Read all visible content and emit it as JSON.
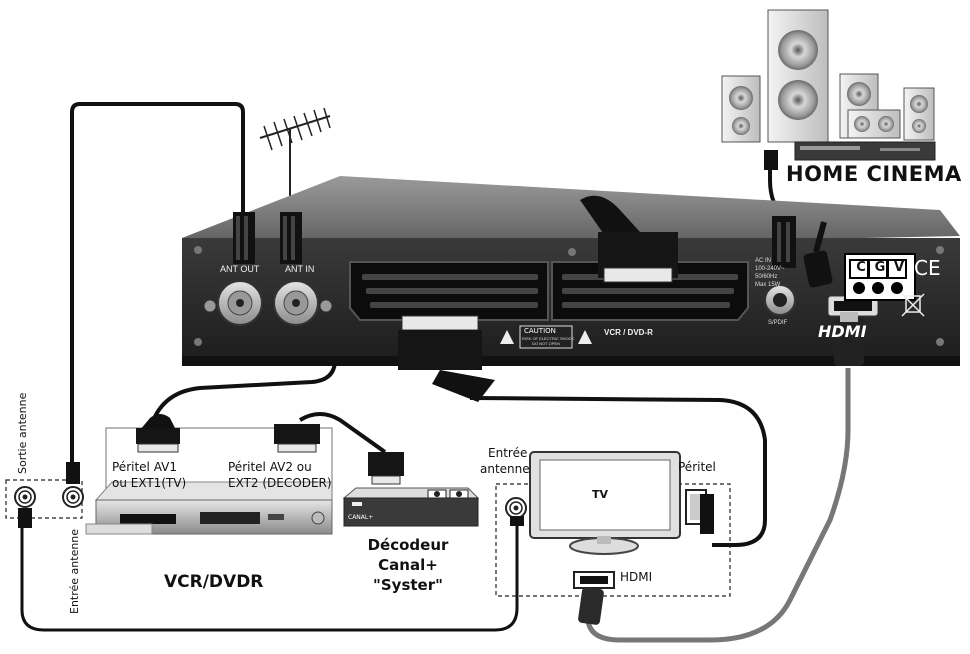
{
  "labels": {
    "ant_out": "ANT OUT",
    "ant_in": "ANT IN",
    "caution": "CAUTION",
    "caution_sub1": "RISK OF ELECTRIC SHOCK",
    "caution_sub2": "DO NOT OPEN",
    "vcr_dvdr_port": "VCR / DVD-R",
    "ac_in_1": "AC IN",
    "ac_in_2": "100-240V~",
    "ac_in_3": "50/60Hz",
    "ac_in_4": "Max 15W",
    "spdif": "S/PDIF",
    "hdmi_logo": "HDMI",
    "home_cinema": "HOME CINEMA",
    "sortie_antenne": "Sortie antenne",
    "entree_antenne_vertical": "Entrée antenne",
    "peritel_av1_1": "Péritel AV1",
    "peritel_av1_2": "ou EXT1(TV)",
    "peritel_av2_1": "Péritel AV2 ou",
    "peritel_av2_2": "EXT2 (DECODER)",
    "canal_plus_small": "CANAL+",
    "decodeur_1": "Décodeur",
    "decodeur_2": "Canal+",
    "decodeur_3": "\"Syster\"",
    "vcr_dvdr": "VCR/DVDR",
    "entree_antenne_1": "Entrée",
    "entree_antenne_2": "antenne",
    "tv": "TV",
    "peritel_tv": "Péritel",
    "hdmi_tv": "HDMI"
  },
  "cert_letters": [
    "C",
    "G",
    "V"
  ],
  "ce_mark": "CE"
}
